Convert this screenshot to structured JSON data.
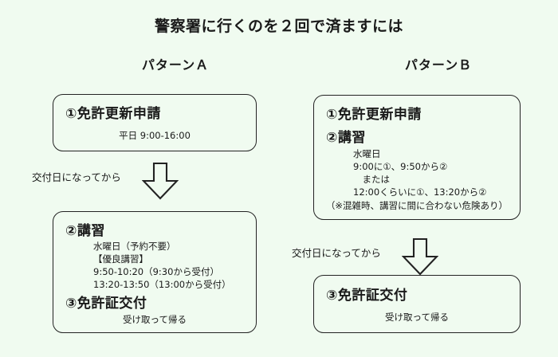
{
  "page": {
    "title": "警察署に行くのを２回で済ますには",
    "background_color": "#f0fbf0",
    "line_color": "#222222"
  },
  "columns": [
    {
      "heading": "パターンＡ"
    },
    {
      "heading": "パターンＢ"
    }
  ],
  "pattern_a": {
    "box1": {
      "step": "①免許更新申請",
      "detail": "平日 9:00-16:00"
    },
    "arrow": {
      "label": "交付日になってから",
      "icon": "down-block-arrow-icon"
    },
    "box2": {
      "step1": "②講習",
      "detail1": "水曜日（予約不要）\n【優良講習】\n9:50-10:20（9:30から受付）\n13:20-13:50（13:00から受付）",
      "step2": "③免許証交付",
      "detail2": "受け取って帰る"
    }
  },
  "pattern_b": {
    "box1": {
      "step1": "①免許更新申請",
      "step2": "②講習",
      "detail": "水曜日\n9:00に①、9:50から②\n　または\n12:00くらいに①、13:20から②",
      "note": "（※混雑時、講習に間に合わない危険あり）"
    },
    "arrow": {
      "label": "交付日になってから",
      "icon": "down-block-arrow-icon"
    },
    "box2": {
      "step": "③免許証交付",
      "detail": "受け取って帰る"
    }
  }
}
